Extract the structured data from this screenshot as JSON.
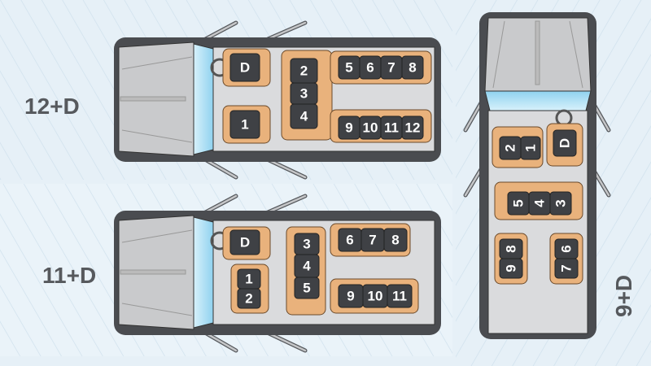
{
  "title": "Van seating layouts",
  "colors": {
    "background": "#e4eff6",
    "hatch": "#cfe0ec",
    "body": "#4a4c50",
    "interior": "#dadbdd",
    "hood": "#c9cacc",
    "seat_shell": "#e9b27c",
    "seat": "#3f4145",
    "glass": "#aee0f5"
  },
  "layouts": [
    {
      "label": "12+D",
      "seats": [
        "D",
        "1",
        "2",
        "3",
        "4",
        "5",
        "6",
        "7",
        "8",
        "9",
        "10",
        "11",
        "12"
      ]
    },
    {
      "label": "11+D",
      "seats": [
        "D",
        "1",
        "2",
        "3",
        "4",
        "5",
        "6",
        "7",
        "8",
        "9",
        "10",
        "11"
      ]
    },
    {
      "label": "9+D",
      "seats": [
        "D",
        "1",
        "2",
        "3",
        "4",
        "5",
        "6",
        "7",
        "8",
        "9"
      ]
    }
  ]
}
